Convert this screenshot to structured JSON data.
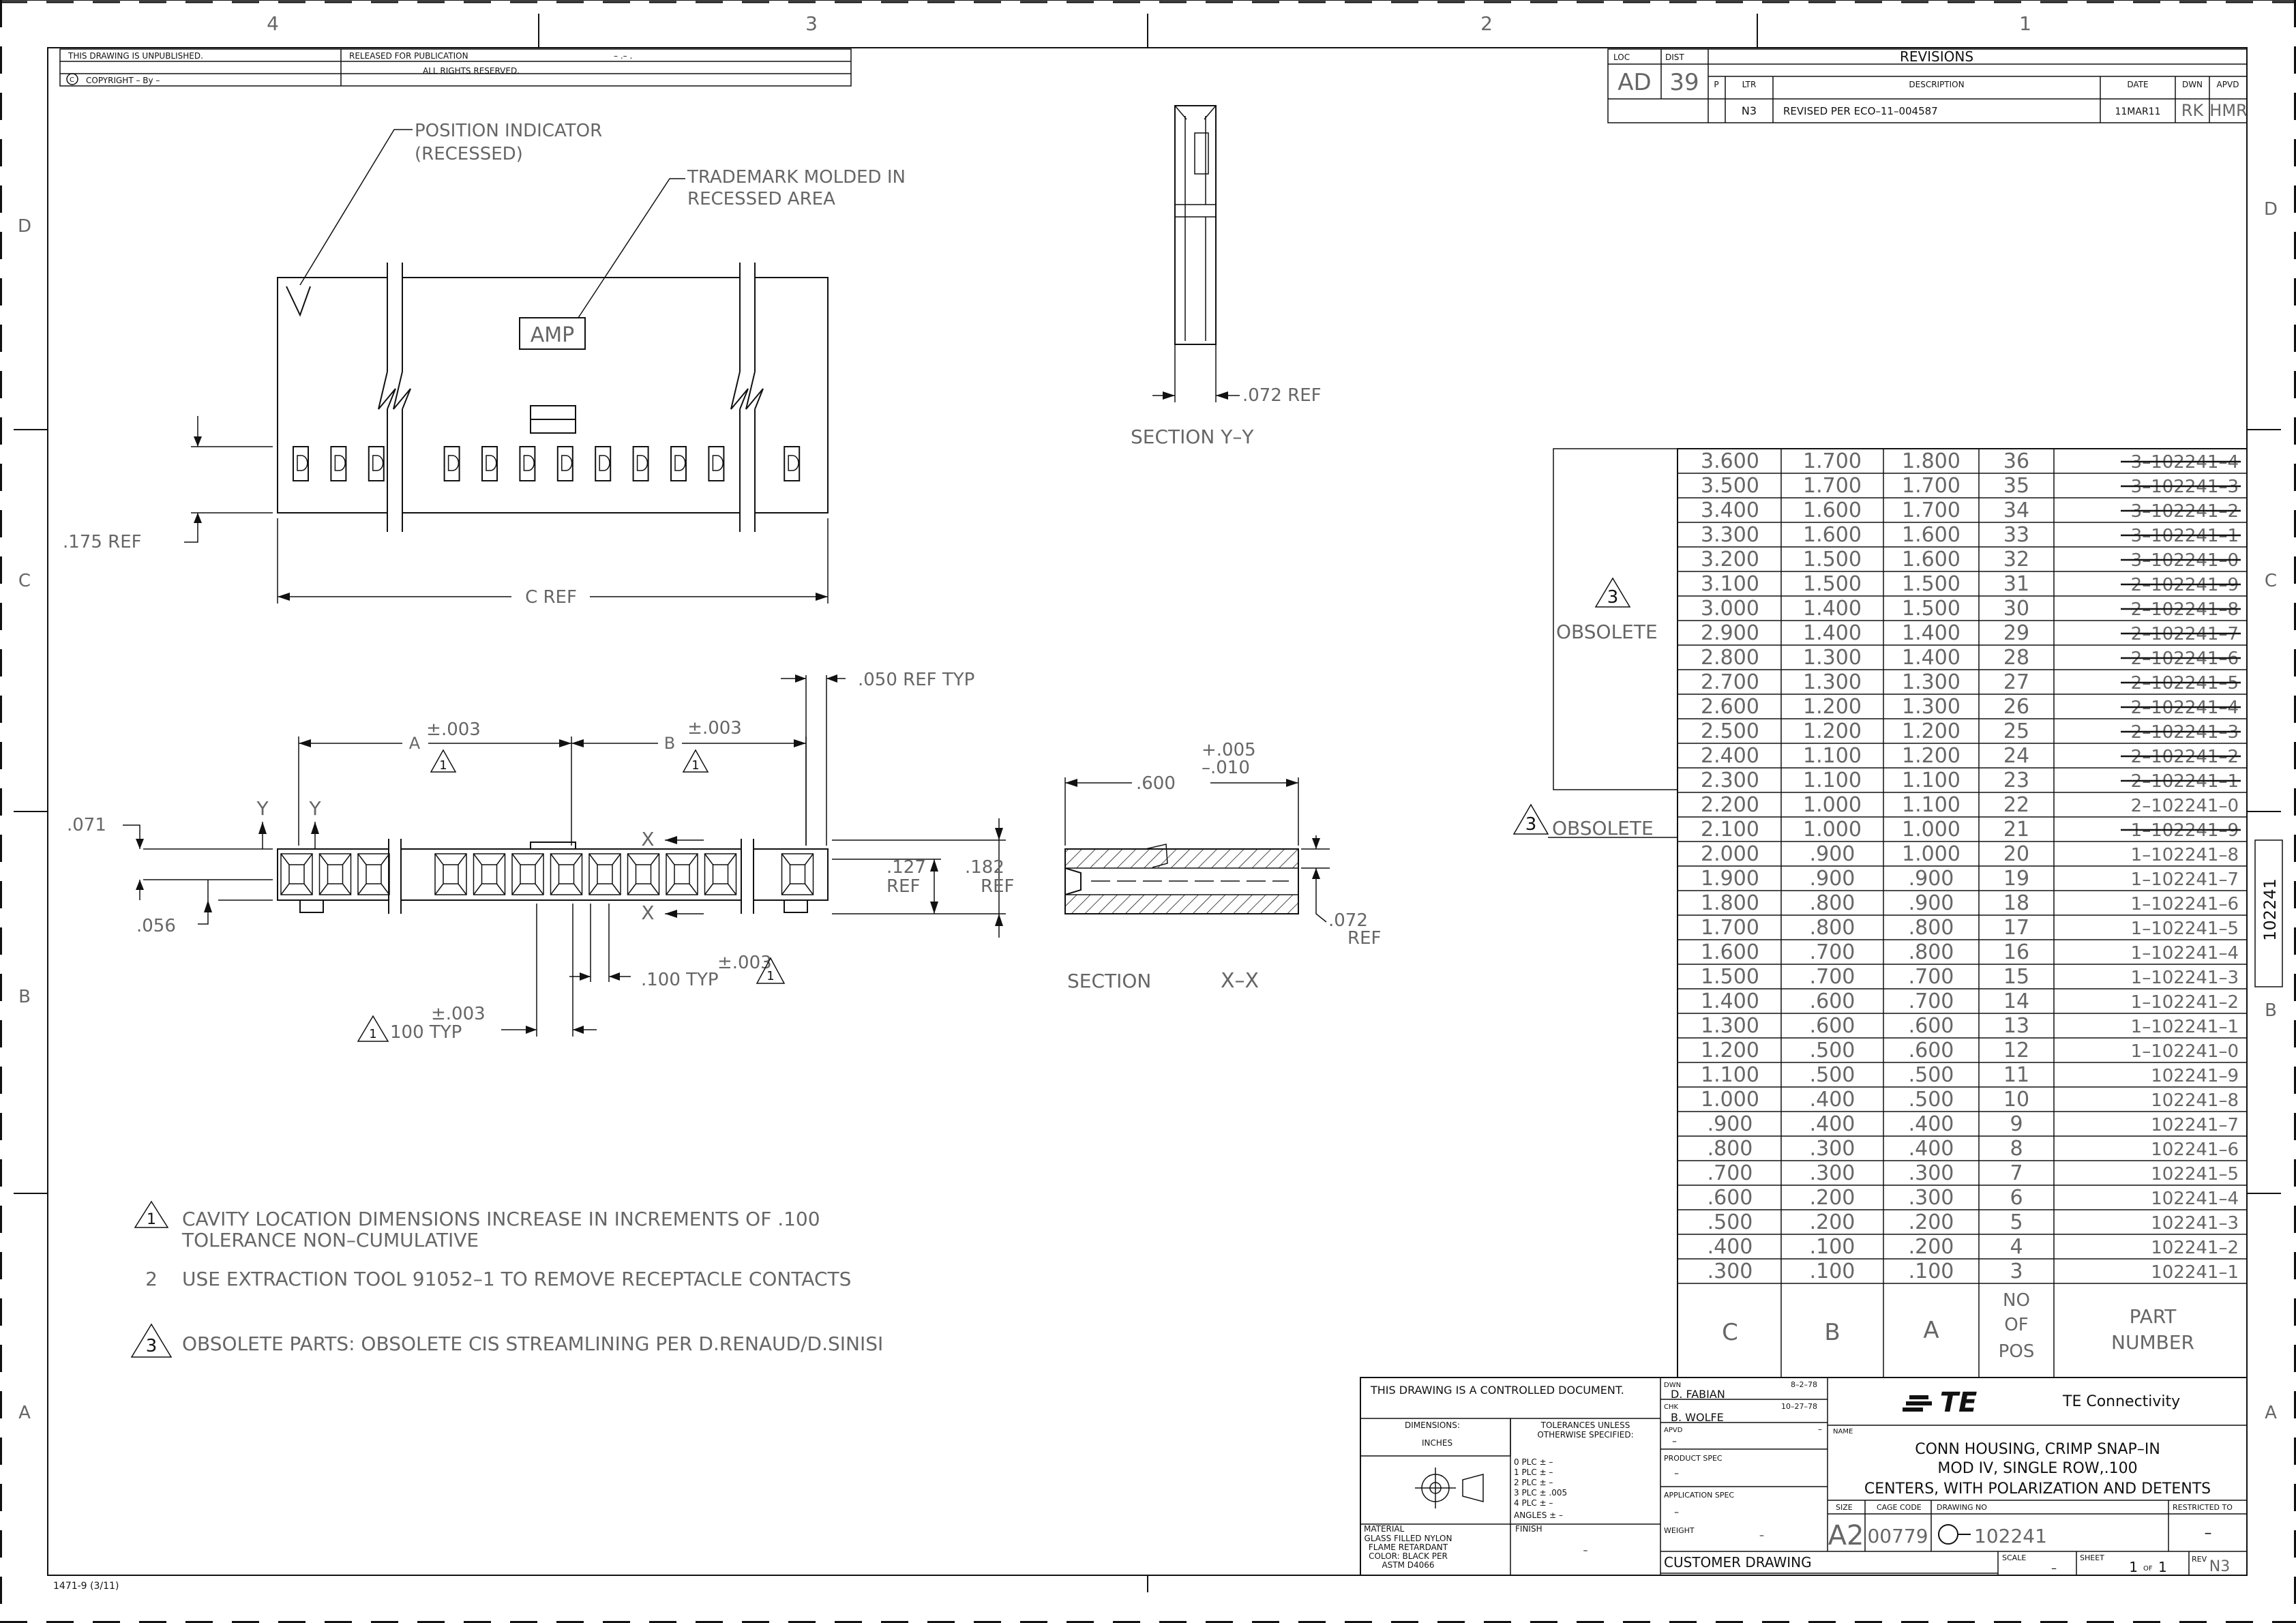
{
  "border": {
    "zones_top": [
      "4",
      "3",
      "2",
      "1"
    ],
    "zones_side": [
      "D",
      "C",
      "B",
      "A"
    ],
    "form_no": "1471-9  (3/11)"
  },
  "header_block": {
    "unpublished": "THIS DRAWING IS UNPUBLISHED.",
    "copyright": "COPYRIGHT  –    By –",
    "released": "RELEASED FOR PUBLICATION",
    "released_val": "– .–    .",
    "rights": "ALL RIGHTS RESERVED."
  },
  "revisions": {
    "loc_label": "LOC",
    "loc": "AD",
    "dist_label": "DIST",
    "dist": "39",
    "title": "REVISIONS",
    "col_p": "P",
    "col_ltr": "LTR",
    "col_desc": "DESCRIPTION",
    "col_date": "DATE",
    "col_dwn": "DWN",
    "col_apvd": "APVD",
    "row": {
      "ltr": "N3",
      "desc": "REVISED PER ECO–11–004587",
      "date": "11MAR11",
      "dwn": "RK",
      "apvd": "HMR"
    }
  },
  "top_view": {
    "position_indicator": "POSITION INDICATOR",
    "recessed": "(RECESSED)",
    "trademark_1": "TRADEMARK MOLDED IN",
    "trademark_2": "RECESSED AREA",
    "amp": "AMP",
    "ref_175": ".175 REF",
    "c_ref": "C REF"
  },
  "section_yy": {
    "dim": ".072 REF",
    "label": "SECTION  Y–Y"
  },
  "bottom_view": {
    "ref_050": ".050 REF TYP",
    "pm_a": "±.003",
    "a": "A",
    "pm_b": "±.003",
    "b": "B",
    "d_071": ".071",
    "d_056": ".056",
    "y": "Y",
    "x": "X",
    "d_127": ".127",
    "d_182": ".182",
    "ref": "REF",
    "pm_100": "±.003",
    "d_100_typ": ".100  TYP",
    "pm_100b": "±.003",
    "d_100_typ_b": "100  TYP",
    "flag": "1"
  },
  "section_xx": {
    "d_600": ".600",
    "tol_plus": "+.005",
    "tol_minus": "–.010",
    "d_072": ".072",
    "ref": "REF",
    "label": "SECTION",
    "label2": "X–X"
  },
  "notes": {
    "n1_flag": "1",
    "n1_a": "CAVITY LOCATION DIMENSIONS INCREASE IN INCREMENTS OF .100",
    "n1_b": "TOLERANCE NON–CUMULATIVE",
    "n2_num": "2",
    "n2": "USE EXTRACTION TOOL 91052–1 TO REMOVE RECEPTACLE CONTACTS",
    "n3_flag": "3",
    "n3": "OBSOLETE PARTS: OBSOLETE CIS STREAMLINING PER D.RENAUD/D.SINISI"
  },
  "table": {
    "obsolete_flag": "3",
    "obsolete": "OBSOLETE",
    "headers": {
      "c": "C",
      "b": "B",
      "a": "A",
      "pos1": "NO",
      "pos2": "OF",
      "pos3": "POS",
      "pn1": "PART",
      "pn2": "NUMBER"
    },
    "rows": [
      {
        "c": "3.600",
        "b": "1.700",
        "a": "1.800",
        "pos": "36",
        "pn": "3–102241–4",
        "struck": true
      },
      {
        "c": "3.500",
        "b": "1.700",
        "a": "1.700",
        "pos": "35",
        "pn": "3–102241–3",
        "struck": true
      },
      {
        "c": "3.400",
        "b": "1.600",
        "a": "1.700",
        "pos": "34",
        "pn": "3–102241–2",
        "struck": true
      },
      {
        "c": "3.300",
        "b": "1.600",
        "a": "1.600",
        "pos": "33",
        "pn": "3–102241–1",
        "struck": true
      },
      {
        "c": "3.200",
        "b": "1.500",
        "a": "1.600",
        "pos": "32",
        "pn": "3–102241–0",
        "struck": true
      },
      {
        "c": "3.100",
        "b": "1.500",
        "a": "1.500",
        "pos": "31",
        "pn": "2–102241–9",
        "struck": true
      },
      {
        "c": "3.000",
        "b": "1.400",
        "a": "1.500",
        "pos": "30",
        "pn": "2–102241–8",
        "struck": true
      },
      {
        "c": "2.900",
        "b": "1.400",
        "a": "1.400",
        "pos": "29",
        "pn": "2–102241–7",
        "struck": true
      },
      {
        "c": "2.800",
        "b": "1.300",
        "a": "1.400",
        "pos": "28",
        "pn": "2–102241–6",
        "struck": true
      },
      {
        "c": "2.700",
        "b": "1.300",
        "a": "1.300",
        "pos": "27",
        "pn": "2–102241–5",
        "struck": true
      },
      {
        "c": "2.600",
        "b": "1.200",
        "a": "1.300",
        "pos": "26",
        "pn": "2–102241–4",
        "struck": true
      },
      {
        "c": "2.500",
        "b": "1.200",
        "a": "1.200",
        "pos": "25",
        "pn": "2–102241–3",
        "struck": true
      },
      {
        "c": "2.400",
        "b": "1.100",
        "a": "1.200",
        "pos": "24",
        "pn": "2–102241–2",
        "struck": true
      },
      {
        "c": "2.300",
        "b": "1.100",
        "a": "1.100",
        "pos": "23",
        "pn": "2–102241–1",
        "struck": true
      },
      {
        "c": "2.200",
        "b": "1.000",
        "a": "1.100",
        "pos": "22",
        "pn": "2–102241–0",
        "struck": false
      },
      {
        "c": "2.100",
        "b": "1.000",
        "a": "1.000",
        "pos": "21",
        "pn": "1–102241–9",
        "struck": true
      },
      {
        "c": "2.000",
        "b": ".900",
        "a": "1.000",
        "pos": "20",
        "pn": "1–102241–8",
        "struck": false
      },
      {
        "c": "1.900",
        "b": ".900",
        "a": ".900",
        "pos": "19",
        "pn": "1–102241–7",
        "struck": false
      },
      {
        "c": "1.800",
        "b": ".800",
        "a": ".900",
        "pos": "18",
        "pn": "1–102241–6",
        "struck": false
      },
      {
        "c": "1.700",
        "b": ".800",
        "a": ".800",
        "pos": "17",
        "pn": "1–102241–5",
        "struck": false
      },
      {
        "c": "1.600",
        "b": ".700",
        "a": ".800",
        "pos": "16",
        "pn": "1–102241–4",
        "struck": false
      },
      {
        "c": "1.500",
        "b": ".700",
        "a": ".700",
        "pos": "15",
        "pn": "1–102241–3",
        "struck": false
      },
      {
        "c": "1.400",
        "b": ".600",
        "a": ".700",
        "pos": "14",
        "pn": "1–102241–2",
        "struck": false
      },
      {
        "c": "1.300",
        "b": ".600",
        "a": ".600",
        "pos": "13",
        "pn": "1–102241–1",
        "struck": false
      },
      {
        "c": "1.200",
        "b": ".500",
        "a": ".600",
        "pos": "12",
        "pn": "1–102241–0",
        "struck": false
      },
      {
        "c": "1.100",
        "b": ".500",
        "a": ".500",
        "pos": "11",
        "pn": "102241–9",
        "struck": false
      },
      {
        "c": "1.000",
        "b": ".400",
        "a": ".500",
        "pos": "10",
        "pn": "102241–8",
        "struck": false
      },
      {
        "c": ".900",
        "b": ".400",
        "a": ".400",
        "pos": "9",
        "pn": "102241–7",
        "struck": false
      },
      {
        "c": ".800",
        "b": ".300",
        "a": ".400",
        "pos": "8",
        "pn": "102241–6",
        "struck": false
      },
      {
        "c": ".700",
        "b": ".300",
        "a": ".300",
        "pos": "7",
        "pn": "102241–5",
        "struck": false
      },
      {
        "c": ".600",
        "b": ".200",
        "a": ".300",
        "pos": "6",
        "pn": "102241–4",
        "struck": false
      },
      {
        "c": ".500",
        "b": ".200",
        "a": ".200",
        "pos": "5",
        "pn": "102241–3",
        "struck": false
      },
      {
        "c": ".400",
        "b": ".100",
        "a": ".200",
        "pos": "4",
        "pn": "102241–2",
        "struck": false
      },
      {
        "c": ".300",
        "b": ".100",
        "a": ".100",
        "pos": "3",
        "pn": "102241–1",
        "struck": false
      }
    ]
  },
  "side_tag": "102241",
  "title_block": {
    "controlled": "THIS DRAWING IS A CONTROLLED DOCUMENT.",
    "dimensions": "DIMENSIONS:",
    "inches": "INCHES",
    "tol_1": "TOLERANCES UNLESS",
    "tol_2": "OTHERWISE SPECIFIED:",
    "tol_rows": [
      "0 PLC     ±  –",
      "1 PLC     ±  –",
      "2 PLC     ±  –",
      "3 PLC     ±  .005",
      "4 PLC     ±  –",
      "ANGLES               ±  –"
    ],
    "material_label": "MATERIAL",
    "material": [
      "GLASS FILLED NYLON",
      "FLAME RETARDANT",
      "COLOR: BLACK PER",
      "ASTM D4066"
    ],
    "finish_label": "FINISH",
    "finish": "–",
    "dwn_label": "DWN",
    "dwn": "D. FABIAN",
    "dwn_date": "8–2–78",
    "chk_label": "CHK",
    "chk": "B. WOLFE",
    "chk_date": "10–27–78",
    "apvd_label": "APVD",
    "apvd": "–",
    "apvd_date": "–",
    "product_spec_label": "PRODUCT SPEC",
    "product_spec": "–",
    "application_spec_label": "APPLICATION SPEC",
    "application_spec": "–",
    "weight_label": "WEIGHT",
    "weight": "–",
    "customer": "CUSTOMER DRAWING",
    "te": "TE",
    "te_name": "TE Connectivity",
    "name_label": "NAME",
    "name": [
      "CONN HOUSING, CRIMP SNAP–IN",
      "MOD IV, SINGLE ROW,.100",
      "CENTERS, WITH POLARIZATION AND DETENTS"
    ],
    "size_label": "SIZE",
    "size": "A2",
    "cage_label": "CAGE CODE",
    "cage": "00779",
    "dwgno_label": "DRAWING NO",
    "dwgno": "102241",
    "restricted_label": "RESTRICTED TO",
    "restricted": "–",
    "scale_label": "SCALE",
    "scale": "–",
    "sheet_label": "SHEET",
    "sheet": "1",
    "sheet_of": "OF",
    "sheet_total": "1",
    "rev_label": "REV",
    "rev": "N3"
  }
}
